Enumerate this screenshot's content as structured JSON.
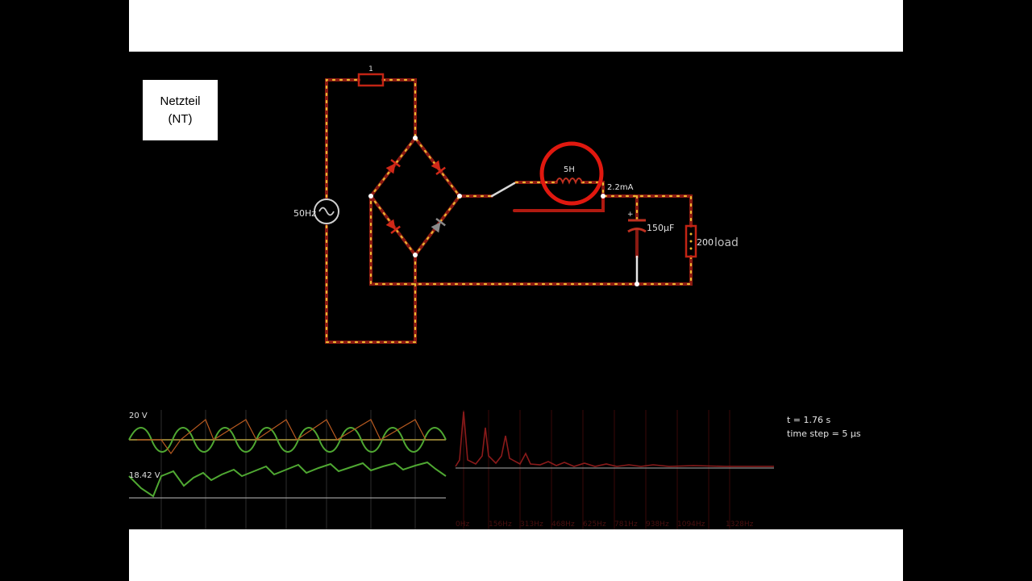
{
  "slide": {
    "label_line1": "Netzteil",
    "label_line2": "(NT)"
  },
  "circuit": {
    "fuse_label": "1",
    "source_label": "50Hz",
    "inductor_label": "5H",
    "current_label": "2.2mA",
    "capacitor_polarity": "+",
    "capacitor_label": "150µF",
    "resistor_value": "200",
    "resistor_name": "load",
    "colors": {
      "wire_red": "#8b1a12",
      "dot_yellow": "#e8b830",
      "highlight": "#e0180f"
    }
  },
  "scope": {
    "voltage_top": "20 V",
    "voltage_bottom": "18.42 V",
    "time_label": "t = 1.76 s",
    "timestep_label": "time step = 5 µs",
    "freq_labels": [
      "0Hz",
      "156Hz",
      "313Hz",
      "468Hz",
      "625Hz",
      "781Hz",
      "938Hz",
      "1094Hz",
      "1328Hz"
    ]
  }
}
